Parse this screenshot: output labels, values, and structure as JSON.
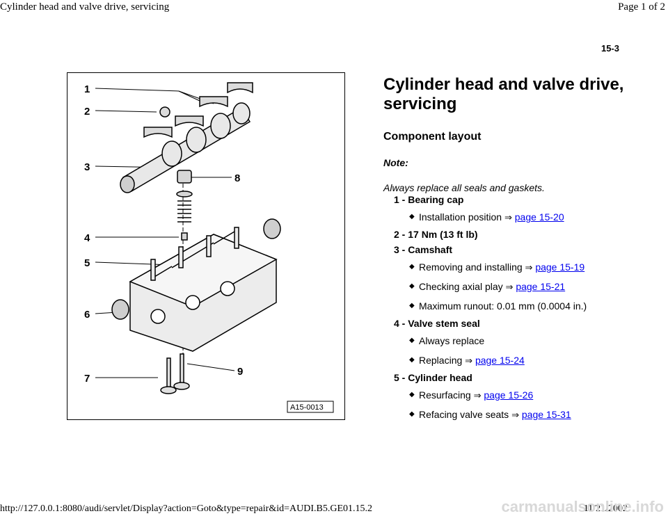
{
  "header": {
    "title": "Cylinder head and valve drive, servicing",
    "page": "Page 1 of 2"
  },
  "page_number": "15-3",
  "figure": {
    "callouts": [
      "1",
      "2",
      "3",
      "4",
      "5",
      "6",
      "7",
      "8",
      "9"
    ],
    "code": "A15-0013"
  },
  "content": {
    "title": "Cylinder head and valve drive, servicing",
    "subtitle": "Component layout",
    "note_label": "Note:",
    "note_text": "Always replace all seals and gaskets.",
    "arrow_glyph": "⇒",
    "items": [
      {
        "label": "1 - Bearing cap",
        "bullets": [
          {
            "text": "Installation position",
            "link": "page 15-20"
          }
        ]
      },
      {
        "label": "2 - 17 Nm (13 ft lb)",
        "bullets": []
      },
      {
        "label": "3 - Camshaft",
        "bullets": [
          {
            "text": "Removing and installing",
            "link": "page 15-19"
          },
          {
            "text": "Checking axial play",
            "link": "page 15-21"
          },
          {
            "text": "Maximum runout: 0.01 mm (0.0004 in.)",
            "link": ""
          }
        ]
      },
      {
        "label": "4 - Valve stem seal",
        "bullets": [
          {
            "text": "Always replace",
            "link": ""
          },
          {
            "text": "Replacing",
            "link": "page 15-24"
          }
        ]
      },
      {
        "label": "5 - Cylinder head",
        "bullets": [
          {
            "text": "Resurfacing",
            "link": "page 15-26"
          },
          {
            "text": "Refacing valve seats",
            "link": "page 15-31"
          }
        ]
      }
    ]
  },
  "footer": {
    "url": "http://127.0.0.1:8080/audi/servlet/Display?action=Goto&type=repair&id=AUDI.B5.GE01.15.2",
    "date": "11/21/2002",
    "watermark": "carmanualsonline.info"
  }
}
